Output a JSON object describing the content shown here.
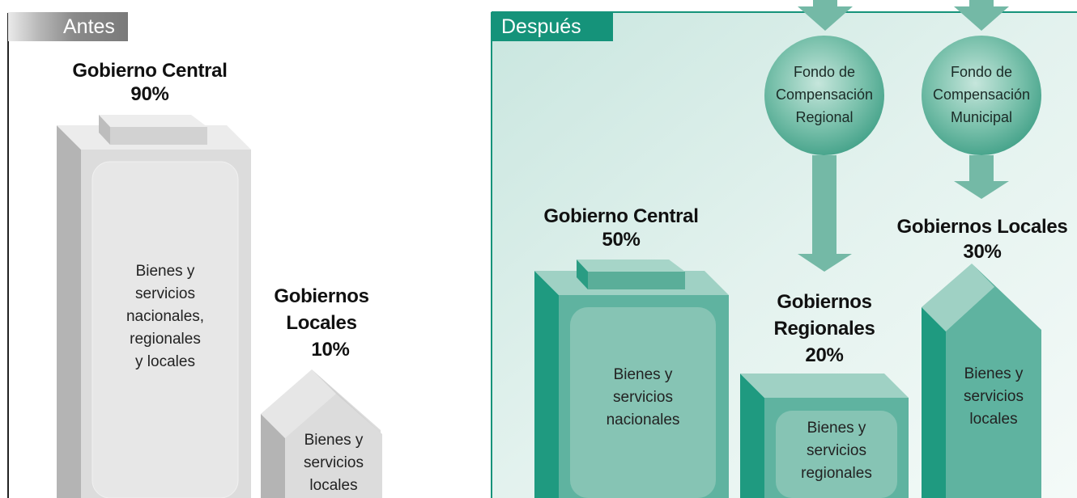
{
  "before": {
    "tab_label": "Antes",
    "central": {
      "title": "Gobierno Central",
      "percent": "90%",
      "content_lines": [
        "Bienes y",
        "servicios",
        "nacionales,",
        "regionales",
        "y locales"
      ]
    },
    "local": {
      "title_lines": [
        "Gobiernos",
        "Locales"
      ],
      "percent": "10%",
      "content_lines": [
        "Bienes y",
        "servicios",
        "locales"
      ]
    }
  },
  "after": {
    "tab_label": "Después",
    "fund_regional": {
      "lines": [
        "Fondo de",
        "Compensación",
        "Regional"
      ]
    },
    "fund_municipal": {
      "lines": [
        "Fondo de",
        "Compensación",
        "Municipal"
      ]
    },
    "central": {
      "title": "Gobierno Central",
      "percent": "50%",
      "content_lines": [
        "Bienes y",
        "servicios",
        "nacionales"
      ]
    },
    "regional": {
      "title_lines": [
        "Gobiernos",
        "Regionales"
      ],
      "percent": "20%",
      "content_lines": [
        "Bienes y",
        "servicios",
        "regionales"
      ]
    },
    "local": {
      "title": "Gobiernos Locales",
      "percent": "30%",
      "content_lines": [
        "Bienes y",
        "servicios",
        "locales"
      ]
    }
  },
  "colors": {
    "gray_front": "#dcdcdc",
    "gray_side": "#b4b4b4",
    "gray_top": "#ececec",
    "gray_inner": "#e6e6e6",
    "teal_front": "#5fb3a0",
    "teal_side": "#1f9a80",
    "teal_top": "#9fd1c4",
    "teal_inner": "#86c4b4",
    "arrow": "#74b9a6",
    "panel_bg": "#d6ece6",
    "tab_teal": "#15937a"
  }
}
